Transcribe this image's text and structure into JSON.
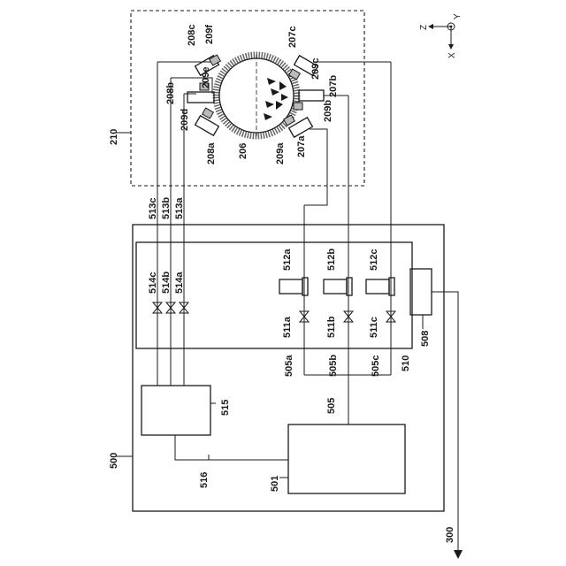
{
  "labels": {
    "l210": "210",
    "l500": "500",
    "l300": "300",
    "l206": "206",
    "l207a": "207a",
    "l207b": "207b",
    "l207c": "207c",
    "l208a": "208a",
    "l208b": "208b",
    "l208c": "208c",
    "l209a": "209a",
    "l209b": "209b",
    "l209c": "209c",
    "l209d": "209d",
    "l209e": "209e",
    "l209f": "209f",
    "l513a": "513a",
    "l513b": "513b",
    "l513c": "513c",
    "l514a": "514a",
    "l514b": "514b",
    "l514c": "514c",
    "l512a": "512a",
    "l512b": "512b",
    "l512c": "512c",
    "l511a": "511a",
    "l511b": "511b",
    "l511c": "511c",
    "l505": "505",
    "l505a": "505a",
    "l505b": "505b",
    "l505c": "505c",
    "l501": "501",
    "l508": "508",
    "l510": "510",
    "l515": "515",
    "l516": "516"
  },
  "axes": {
    "z": "Z",
    "y": "Y",
    "x": "X"
  }
}
